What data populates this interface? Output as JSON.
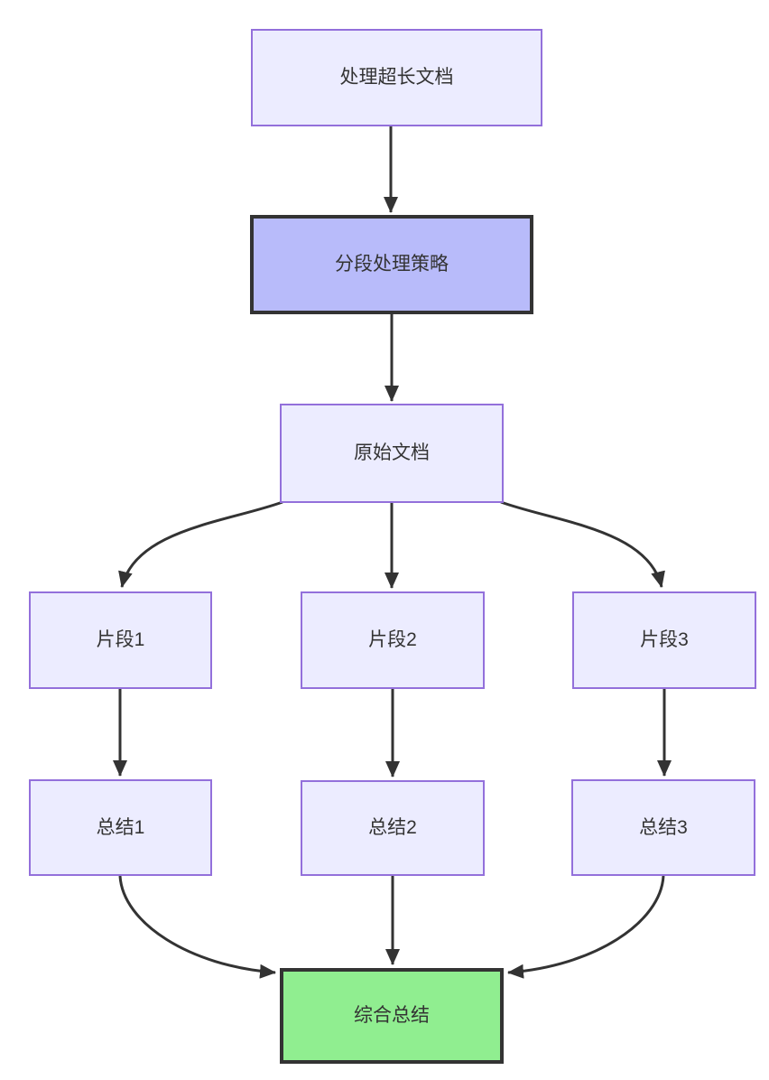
{
  "diagram": {
    "type": "flowchart",
    "direction": "top-down",
    "nodes": [
      {
        "id": "a",
        "label": "处理超长文档",
        "style": "default"
      },
      {
        "id": "b",
        "label": "分段处理策略",
        "style": "highlight"
      },
      {
        "id": "c",
        "label": "原始文档",
        "style": "default"
      },
      {
        "id": "d1",
        "label": "片段1",
        "style": "default"
      },
      {
        "id": "d2",
        "label": "片段2",
        "style": "default"
      },
      {
        "id": "d3",
        "label": "片段3",
        "style": "default"
      },
      {
        "id": "e1",
        "label": "总结1",
        "style": "default"
      },
      {
        "id": "e2",
        "label": "总结2",
        "style": "default"
      },
      {
        "id": "e3",
        "label": "总结3",
        "style": "default"
      },
      {
        "id": "f",
        "label": "综合总结",
        "style": "result"
      }
    ],
    "edges": [
      {
        "from": "a",
        "to": "b"
      },
      {
        "from": "b",
        "to": "c"
      },
      {
        "from": "c",
        "to": "d1"
      },
      {
        "from": "c",
        "to": "d2"
      },
      {
        "from": "c",
        "to": "d3"
      },
      {
        "from": "d1",
        "to": "e1"
      },
      {
        "from": "d2",
        "to": "e2"
      },
      {
        "from": "d3",
        "to": "e3"
      },
      {
        "from": "e1",
        "to": "f"
      },
      {
        "from": "e2",
        "to": "f"
      },
      {
        "from": "e3",
        "to": "f"
      }
    ],
    "colors": {
      "background": "#FFFFFF",
      "node_fill": "#ECECFF",
      "node_border": "#9370DB",
      "highlight_fill": "#B8BBFA",
      "highlight_border": "#333333",
      "result_fill": "#90EE90",
      "result_border": "#333333",
      "edge": "#333333",
      "text": "#333333"
    }
  }
}
